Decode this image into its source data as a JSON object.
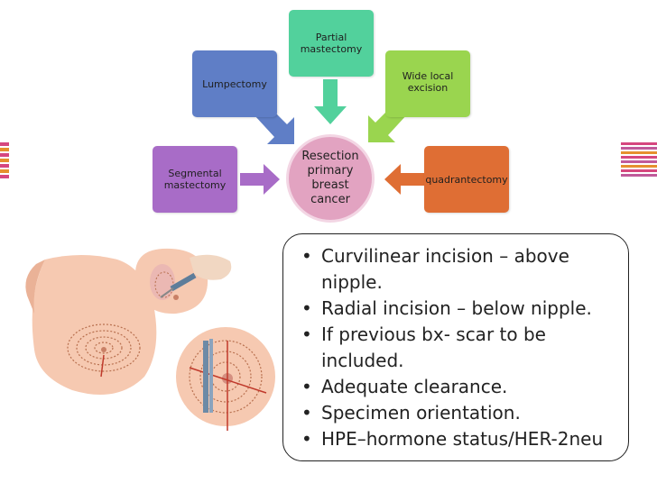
{
  "diagram": {
    "center": {
      "label": "Resection\nprimary\nbreast\ncancer",
      "color": "#e2a3c1"
    },
    "nodes": [
      {
        "id": "partial-mastectomy",
        "label": "Partial\nmastectomy",
        "color": "#52d19c"
      },
      {
        "id": "lumpectomy",
        "label": "Lumpectomy",
        "color": "#5f7ec6"
      },
      {
        "id": "wide-local-excision",
        "label": "Wide local\nexcision",
        "color": "#9ad54f"
      },
      {
        "id": "segmental-mastectomy",
        "label": "Segmental\nmastectomy",
        "color": "#a86cc7"
      },
      {
        "id": "quadrantectomy",
        "label": "quadrantectomy",
        "color": "#df6e34"
      }
    ]
  },
  "notes": {
    "items": [
      "Curvilinear incision – above nipple.",
      "Radial incision – below nipple.",
      "If previous bx- scar to be included.",
      "Adequate clearance.",
      "Specimen orientation.",
      "HPE–hormone status/HER-2neu"
    ]
  },
  "illustration": {
    "icon": "breast-incision-illustration"
  }
}
